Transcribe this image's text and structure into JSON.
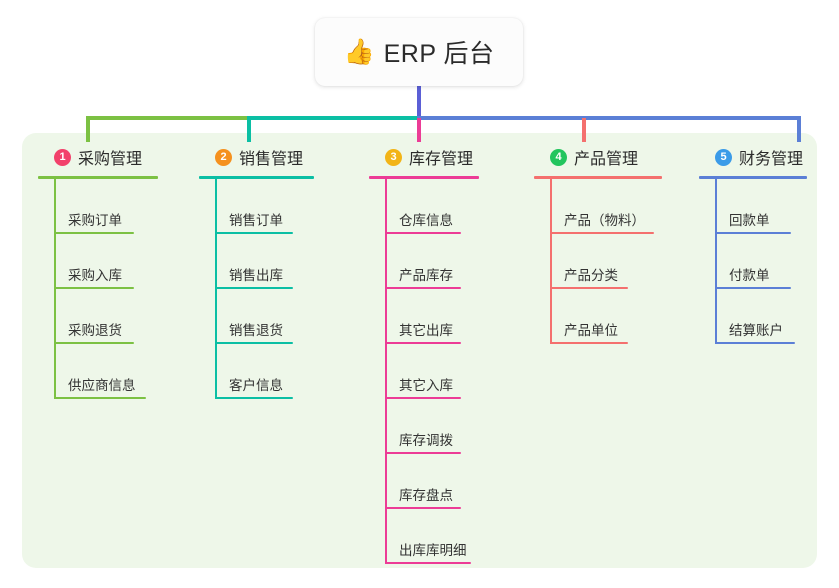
{
  "diagram": {
    "type": "mind-map",
    "title": "ERP 后台",
    "root": {
      "icon": "thumbs-up-emoji",
      "emoji": "👍",
      "label": "ERP 后台"
    },
    "panel_color": "#eef7e9",
    "trunk_color": "#5b5fd6",
    "branches": [
      {
        "number": "1",
        "label": "采购管理",
        "badge_color": "#f2416b",
        "line_color": "#7cc143",
        "items": [
          "采购订单",
          "采购入库",
          "采购退货",
          "供应商信息"
        ]
      },
      {
        "number": "2",
        "label": "销售管理",
        "badge_color": "#f5911e",
        "line_color": "#0bbfa4",
        "items": [
          "销售订单",
          "销售出库",
          "销售退货",
          "客户信息"
        ]
      },
      {
        "number": "3",
        "label": "库存管理",
        "badge_color": "#f2b417",
        "line_color": "#ec3c96",
        "items": [
          "仓库信息",
          "产品库存",
          "其它出库",
          "其它入库",
          "库存调拨",
          "库存盘点",
          "出库库明细"
        ]
      },
      {
        "number": "4",
        "label": "产品管理",
        "badge_color": "#22c55e",
        "line_color": "#f4706e",
        "items": [
          "产品（物料）",
          "产品分类",
          "产品单位"
        ]
      },
      {
        "number": "5",
        "label": "财务管理",
        "badge_color": "#3b9be8",
        "line_color": "#5b7fd6",
        "items": [
          "回款单",
          "付款单",
          "结算账户"
        ]
      }
    ]
  }
}
